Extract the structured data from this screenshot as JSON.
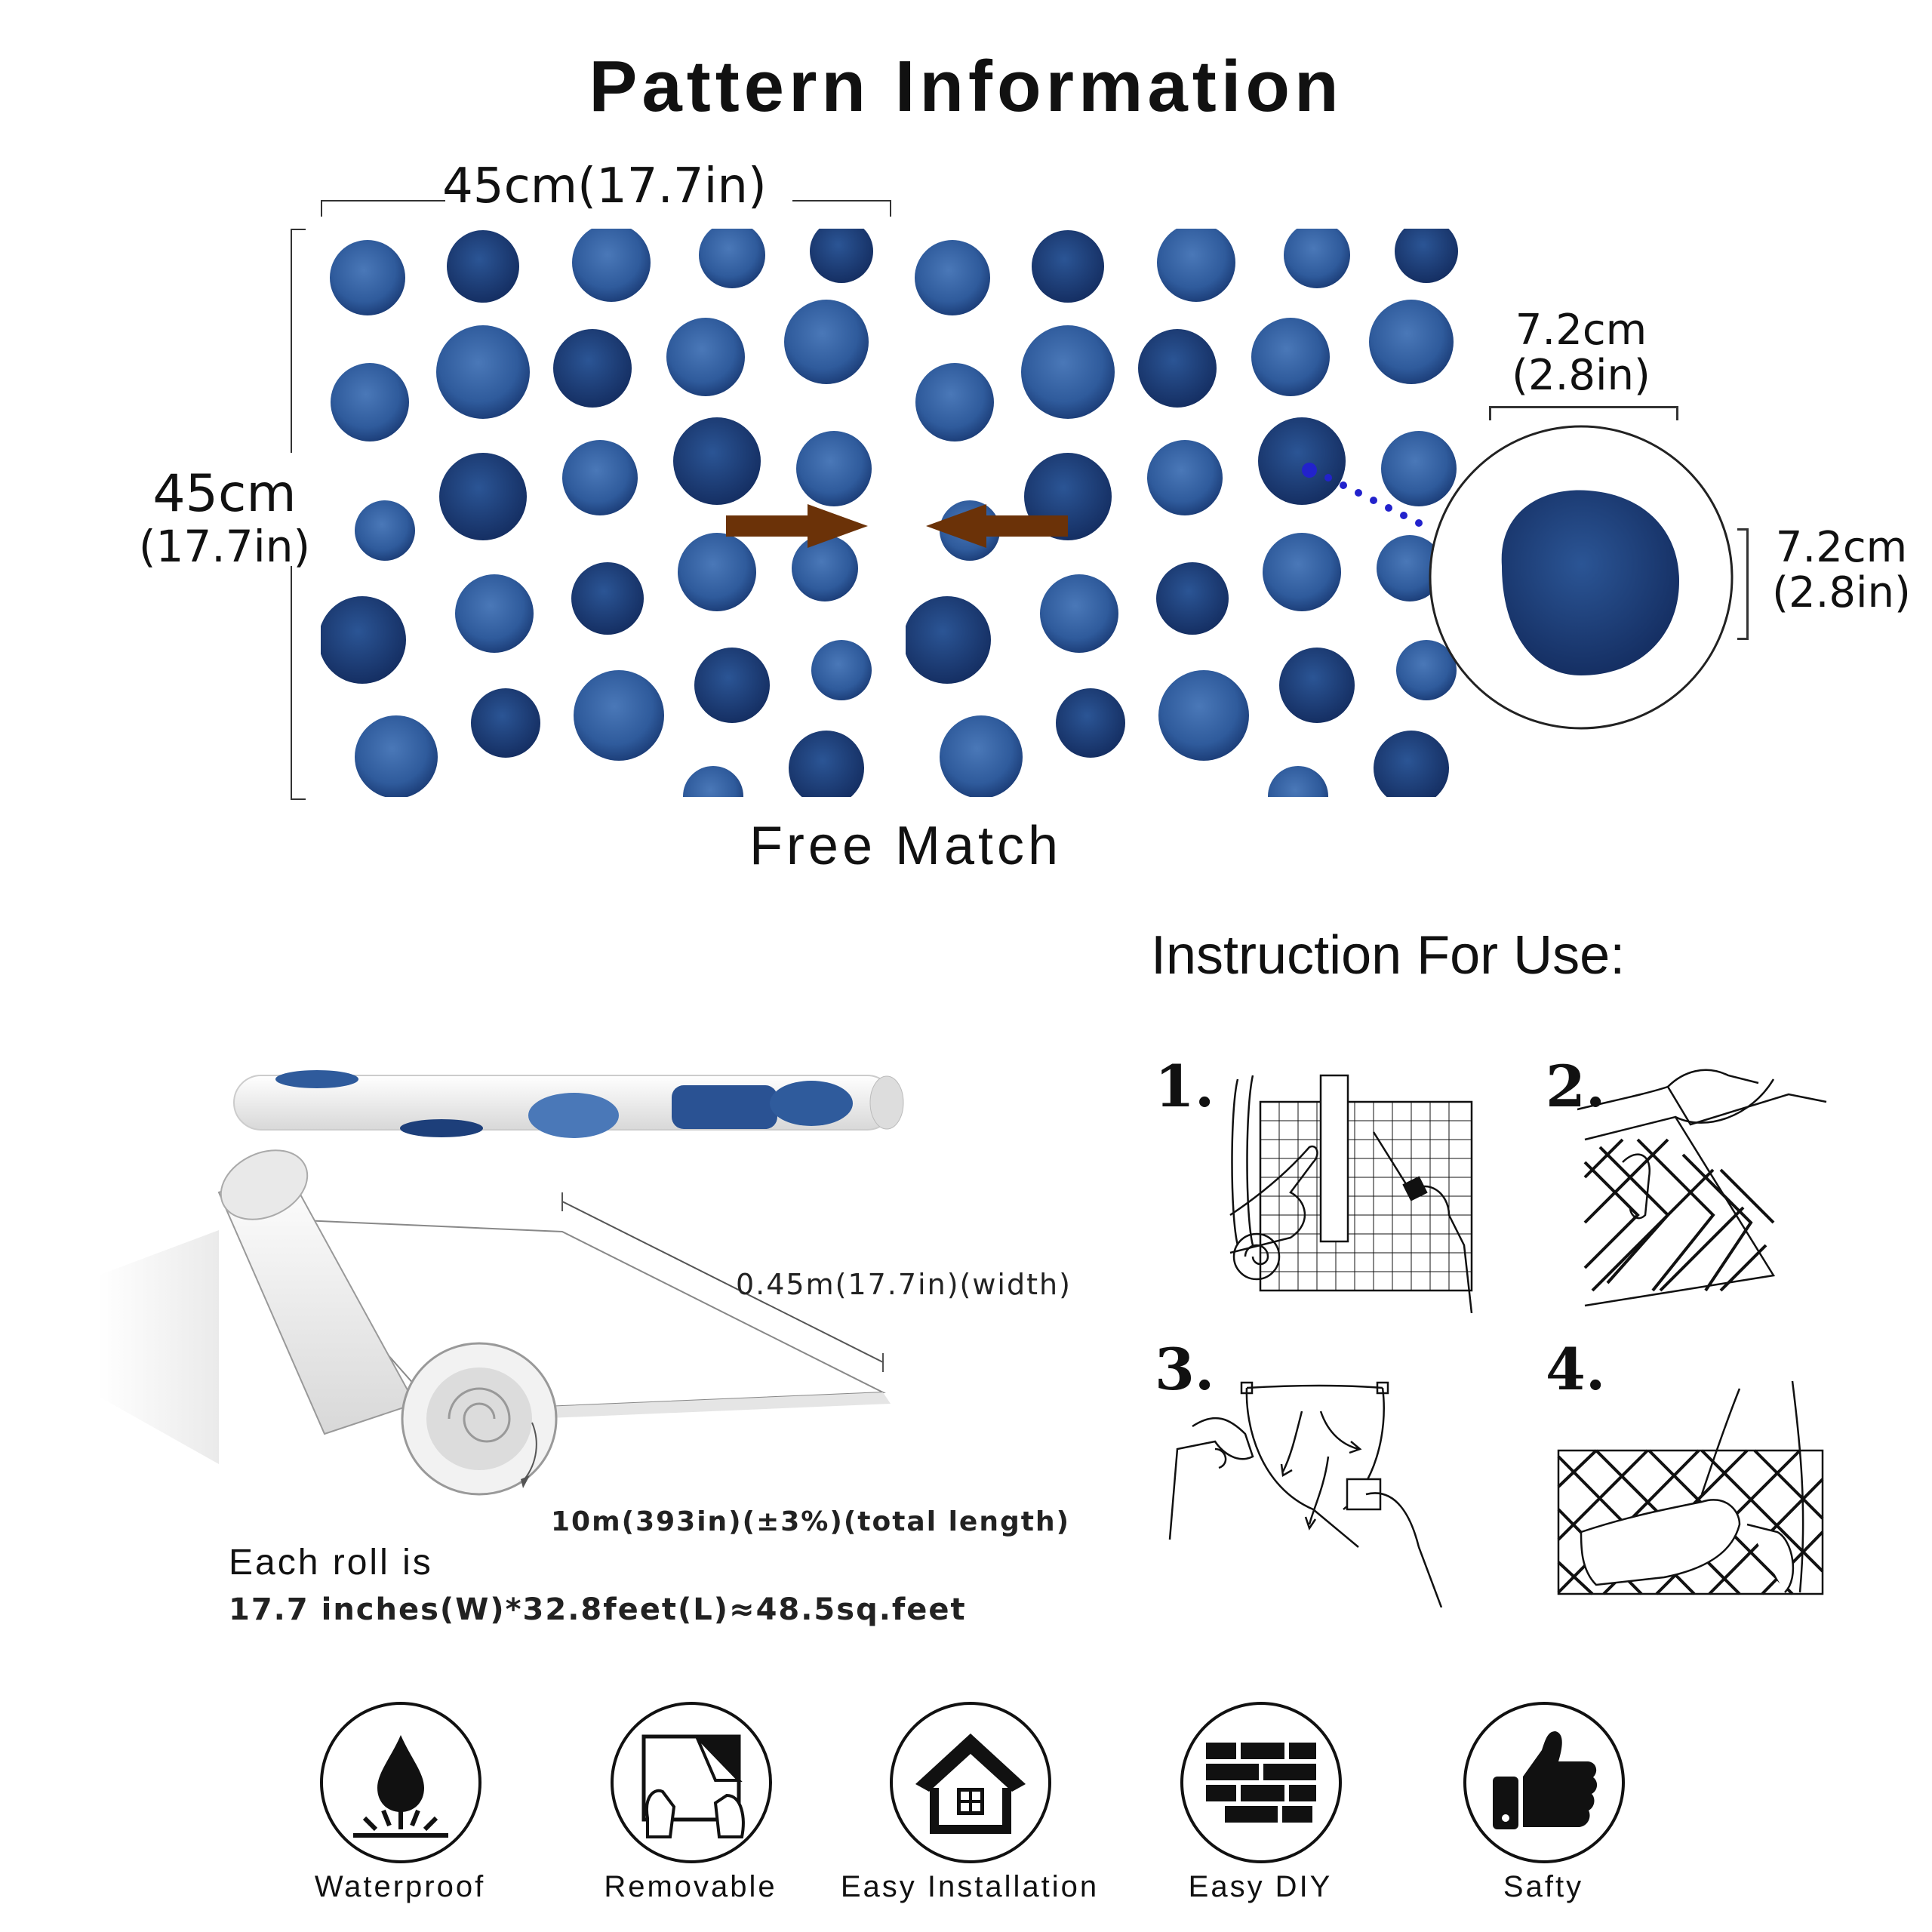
{
  "title": "Pattern Information",
  "pattern": {
    "width_label": "45cm(17.7in)",
    "height_cm": "45cm",
    "height_in": "(17.7in)",
    "match_label": "Free Match",
    "dot_width_cm": "7.2cm",
    "dot_width_in": "(2.8in)",
    "dot_height_cm": "7.2cm",
    "dot_height_in": "(2.8in)",
    "colors": {
      "dot": "#2f5b9c",
      "dot_dark": "#1d3f7a",
      "arrow": "#6b3208",
      "pointer": "#2222cc"
    }
  },
  "roll": {
    "width_label": "0.45m(17.7in)(width)",
    "length_label": "10m(393in)(±3%)(total length)",
    "each_roll_label": "Each roll is",
    "area_label": "17.7 inches(W)*32.8feet(L)≈48.5sq.feet"
  },
  "instructions": {
    "title": "Instruction For Use:",
    "steps": [
      {
        "number": "1.",
        "icon": "cut-wallpaper-icon"
      },
      {
        "number": "2.",
        "icon": "peel-backing-icon"
      },
      {
        "number": "3.",
        "icon": "apply-smooth-icon"
      },
      {
        "number": "4.",
        "icon": "press-finish-icon"
      }
    ]
  },
  "features": [
    {
      "label": "Waterproof",
      "icon": "water-drop-icon"
    },
    {
      "label": "Removable",
      "icon": "peel-hands-icon"
    },
    {
      "label": "Easy Installation",
      "icon": "house-icon"
    },
    {
      "label": "Easy DIY",
      "icon": "brick-wall-icon"
    },
    {
      "label": "Safty",
      "icon": "thumbs-up-icon"
    }
  ]
}
